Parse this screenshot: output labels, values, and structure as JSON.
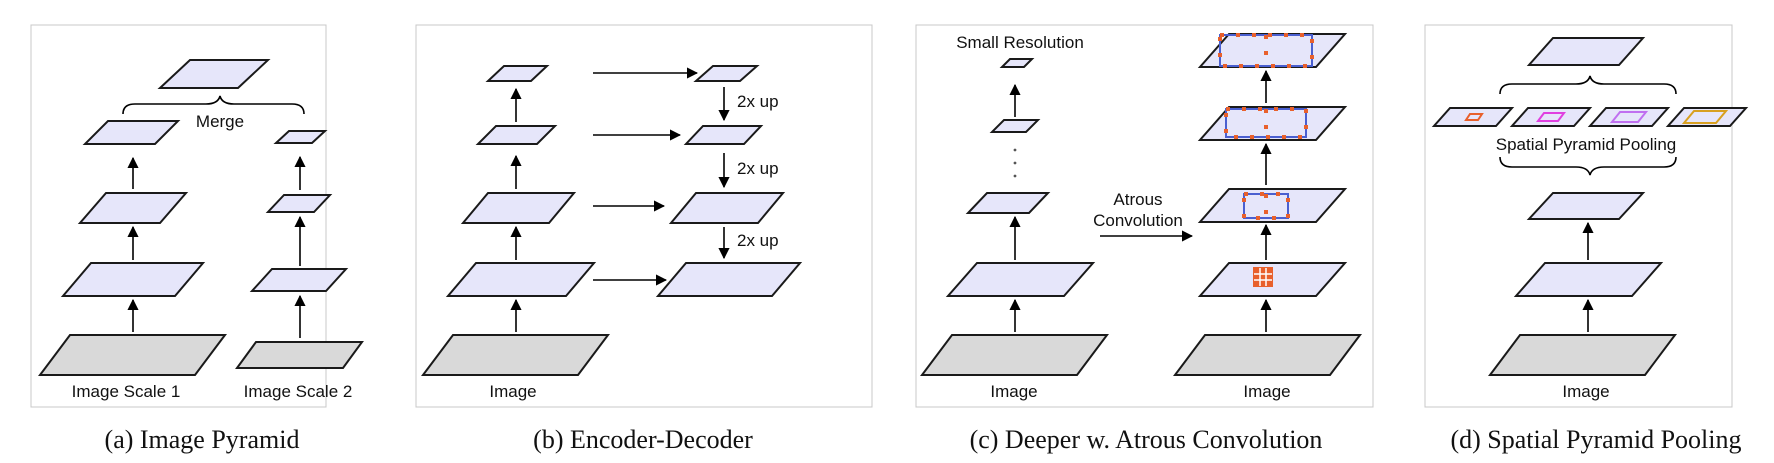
{
  "panels": {
    "a": {
      "caption": "(a) Image Pyramid",
      "merge_label": "Merge",
      "scale1_label": "Image Scale 1",
      "scale2_label": "Image Scale 2"
    },
    "b": {
      "caption": "(b) Encoder-Decoder",
      "image_label": "Image",
      "up_label": "2x up"
    },
    "c": {
      "caption": "(c) Deeper w. Atrous Convolution",
      "small_res_label": "Small Resolution",
      "atrous_label_1": "Atrous",
      "atrous_label_2": "Convolution",
      "image_label": "Image"
    },
    "d": {
      "caption": "(d) Spatial Pyramid Pooling",
      "spp_label": "Spatial Pyramid Pooling",
      "image_label": "Image"
    }
  },
  "colors": {
    "plane_fill": "#e6e6fa",
    "base_fill": "#d9d9d9",
    "pool_blue": "#4a5fd0",
    "pool_orange": "#e8602c",
    "pool_magenta": "#e040e0",
    "pool_violet": "#c070f0",
    "pool_gold": "#d8a020"
  }
}
